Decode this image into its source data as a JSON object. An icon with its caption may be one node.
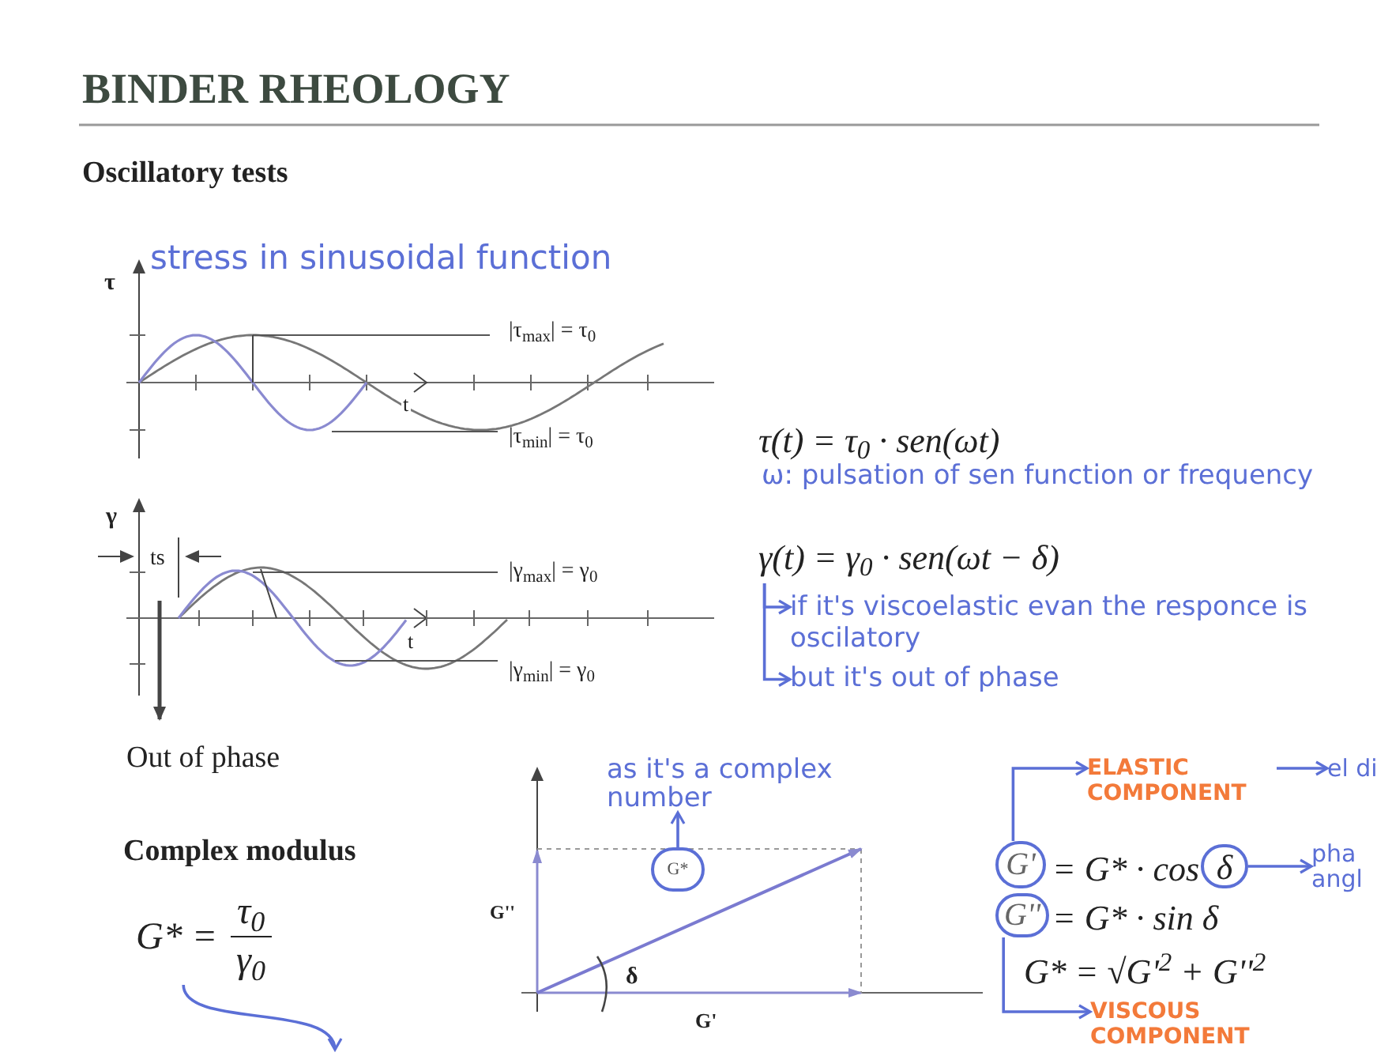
{
  "diagram": {
    "title": "BINDER RHEOLOGY",
    "nodes": [
      {
        "text": [
          "γ(t) = γ$_{0}$ · sen(ωt − δ)"
        ]
      },
      {
        "text": [
          "if it's viscoelastic evan the responce is oscilatory"
        ]
      },
      {
        "text": [
          "but it's out of phase"
        ]
      },
      {
        "text": [
          "G*"
        ]
      },
      {
        "text": [
          "as it's a complex number"
        ]
      },
      {
        "text": [
          "ELASTIC COMPONENT"
        ]
      },
      {
        "text": [
          "G'"
        ]
      },
      {
        "text": [
          "G''"
        ]
      },
      {
        "text": [
          "VISCOUS COMPONENT"
        ]
      },
      {
        "text": [
          "δ"
        ]
      },
      {
        "text": [
          "pha angl"
        ]
      },
      {
        "text": [
          "el di"
        ]
      },
      {
        "text": [
          "G* =",
          "τ$_{0}$",
          "γ$_{0}$"
        ]
      }
    ],
    "edges": [
      {
        "from": 0,
        "to": 1,
        "arrow": "to"
      },
      {
        "from": 0,
        "to": 2,
        "arrow": "to"
      },
      {
        "from": 3,
        "to": 4,
        "arrow": "to"
      },
      {
        "from": 6,
        "to": 5,
        "arrow": "to"
      },
      {
        "from": 7,
        "to": 8,
        "arrow": "to"
      },
      {
        "from": 9,
        "to": 10,
        "arrow": "to"
      },
      {
        "from": 5,
        "to": 11,
        "arrow": "to"
      },
      {
        "from": 12,
        "to": null,
        "arrow": "to"
      }
    ],
    "labels": [
      "Oscillatory tests",
      "stress in sinusoidal function",
      "τ",
      "t",
      "|τ$_{max}$| = τ$_{0}$",
      "|τ$_{min}$| = τ$_{0}$",
      "γ",
      "ts",
      "t",
      "|γ$_{max}$| = γ$_{0}$",
      "|γ$_{min}$| = γ$_{0}$",
      "Out of phase",
      "τ(t) = τ$_{0}$ · sen(ωt)",
      "ω: pulsation of sen function or frequency",
      "Complex modulus",
      "G''",
      "δ",
      "G'",
      "= G* · cos",
      "= G* · sin δ",
      "G* = √G'$^{2}$ + G''$^{2}$"
    ]
  }
}
